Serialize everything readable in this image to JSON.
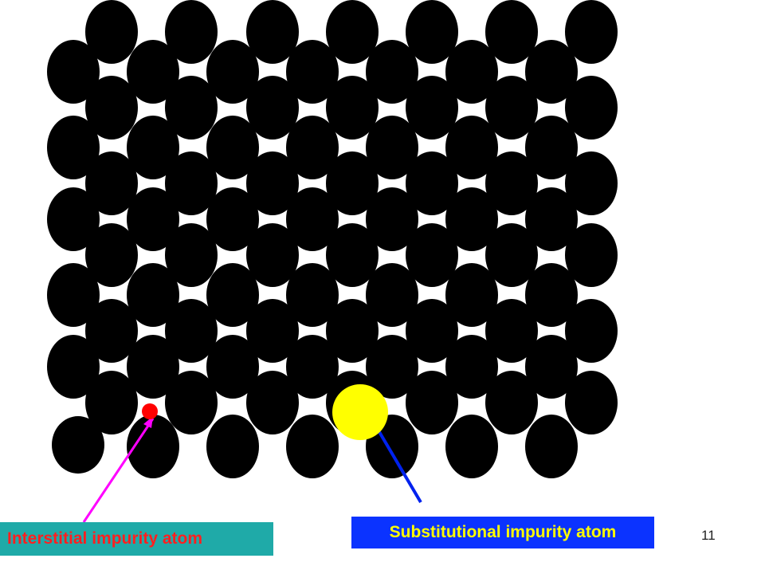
{
  "labels": {
    "interstitial": "Interstitial impurity atom",
    "substitutional": "Substitutional impurity atom"
  },
  "page_number": "11",
  "colors": {
    "host_atom": "#000000",
    "substitutional_atom": "#ffff00",
    "interstitial_atom": "#ff0000",
    "interstitial_arrow": "#ff00ff",
    "substitutional_arrow": "#0033ff"
  }
}
